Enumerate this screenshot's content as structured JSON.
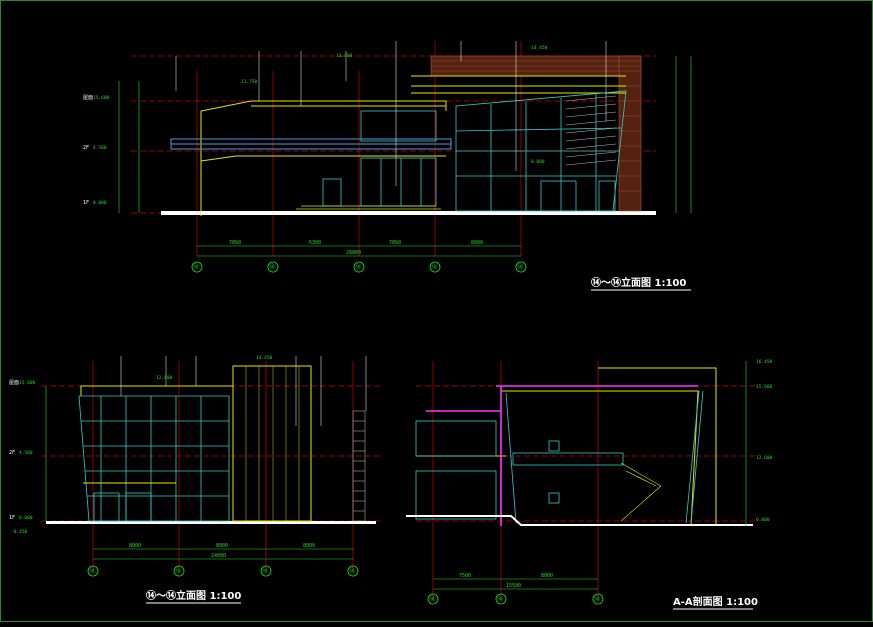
{
  "colors": {
    "background": "#000000",
    "ground": "#ffffff",
    "grid": "#cc0000",
    "structure": "#e6e600",
    "glass": "#33cccc",
    "dim": "#22dd22",
    "brick": "#884422",
    "magenta": "#ff33ff"
  },
  "view1": {
    "title": "⑭～⑭立面图  1:100",
    "levels": [
      "屋面",
      "2F",
      "1F"
    ],
    "dims": [
      "7050",
      "6300",
      "7050",
      "8000",
      "28800"
    ],
    "axes": [
      "⑭",
      "⑭",
      "⑭",
      "⑭",
      "⑭"
    ],
    "labels": [
      "15.600",
      "14.450",
      "13.800",
      "11.750",
      "8.000",
      "4.500",
      "0.000"
    ]
  },
  "view2": {
    "title": "⑭～⑭立面图  1:100",
    "levels": [
      "屋面",
      "2F",
      "1F"
    ],
    "dims": [
      "8000",
      "8000",
      "8000",
      "24000"
    ],
    "axes": [
      "⑭",
      "⑭",
      "⑭",
      "⑭"
    ],
    "labels": [
      "15.600",
      "14.450",
      "12.600",
      "4.500",
      "0.000",
      "-0.450"
    ]
  },
  "view3": {
    "title": "A-A剖面图  1:100",
    "dims": [
      "7500",
      "8000",
      "15500"
    ],
    "axes": [
      "⑭",
      "⑭",
      "⑭"
    ],
    "labels": [
      "16.450",
      "15.600",
      "12.600",
      "0.000"
    ]
  }
}
